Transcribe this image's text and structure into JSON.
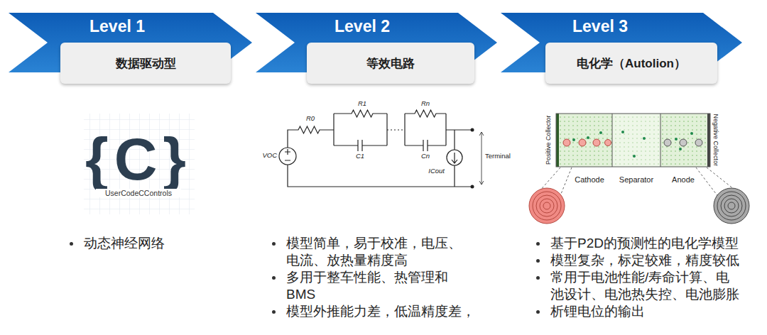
{
  "diagram": {
    "nodes": [
      {
        "text": [
          "Level 1"
        ]
      },
      {
        "text": [
          "数据驱动型"
        ]
      },
      {
        "text": [
          "Level 2"
        ]
      },
      {
        "text": [
          "等效电路"
        ]
      },
      {
        "text": [
          "Level 3"
        ]
      },
      {
        "text": [
          "电化学（Autolion）"
        ]
      }
    ],
    "labels": [
      "{C}",
      "UserCodeCControls",
      "R0",
      "R1",
      "Rn",
      "VOC",
      "C1",
      "Cn",
      "ICout",
      "Terminal",
      "Positive Collector",
      "Cathode",
      "Separator",
      "Anode",
      "Negative Collector",
      "动态神经网络",
      "模型简单，易于校准，电压、 电流、放热量精度高",
      "多用于整车性能、热管理和 BMS",
      "模型外推能力差，低温精度差，",
      "基于P2D的预测性的电化学模型",
      "模型复杂，标定较难，精度较低",
      "常用于电池性能/寿命计算、电 池设计、电池热失控、电池膨胀",
      "析锂电位的输出"
    ]
  }
}
